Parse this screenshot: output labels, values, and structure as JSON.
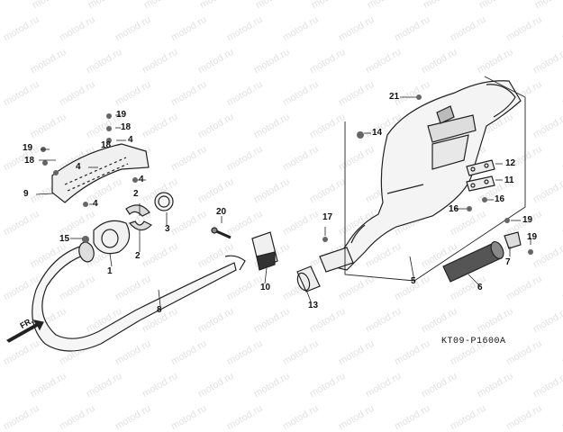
{
  "diagram": {
    "code": "KT09-P1600A",
    "direction_label": "FR.",
    "watermark": "motod.ru",
    "callouts": [
      "21",
      "14",
      "12",
      "11",
      "16",
      "16",
      "17",
      "19",
      "7",
      "19",
      "6",
      "5",
      "13",
      "10",
      "20",
      "8",
      "15",
      "1",
      "2",
      "2",
      "3",
      "9",
      "4",
      "4",
      "4",
      "18",
      "19",
      "18",
      "19",
      "4",
      "18"
    ]
  }
}
